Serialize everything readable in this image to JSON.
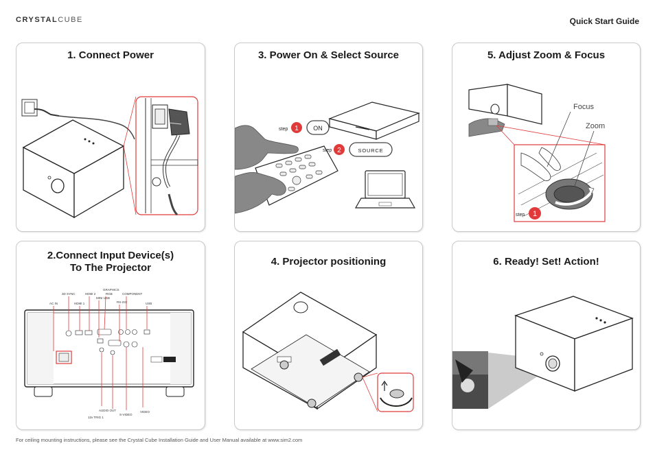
{
  "header": {
    "logo_bold": "CRYSTAL",
    "logo_thin": "CUBE",
    "guide_title": "Quick Start Guide"
  },
  "steps": [
    {
      "title": "1. Connect Power"
    },
    {
      "title": "3. Power On & Select Source"
    },
    {
      "title": "5.  Adjust Zoom & Focus"
    },
    {
      "title_line1": "2.Connect Input Device(s)",
      "title_line2": "To The Projector"
    },
    {
      "title": "4. Projector positioning"
    },
    {
      "title": "6. Ready! Set! Action!"
    }
  ],
  "remote": {
    "step_word": "step",
    "step1_num": "1",
    "step2_num": "2",
    "on_label": "ON",
    "source_label": "SOURCE"
  },
  "zoom_focus": {
    "focus_label": "Focus",
    "zoom_label": "Zoom",
    "step_word": "step",
    "step_num": "1"
  },
  "connectors": {
    "graphics": "GRAPHICS",
    "rgb": "RGB",
    "component": "COMPONENT",
    "sync3d": "3D SYNC",
    "hdmi2": "HDMI 2",
    "hdmi1": "HDMI 1",
    "mini_usb": "MINI USB",
    "rs232": "RS-232",
    "usb": "USB",
    "ac_in": "AC IN",
    "audio_out": "AUDIO OUT",
    "trig": "12v TRIG 1",
    "svideo": "S-VIDEO",
    "video": "VIDEO"
  },
  "colors": {
    "accent": "#e03a3a",
    "frame": "#c9c9c9"
  },
  "footer": {
    "note": "For ceiling mounting instructions, please see the Crystal Cube Installation Guide and User Manual available at www.sim2.com"
  }
}
